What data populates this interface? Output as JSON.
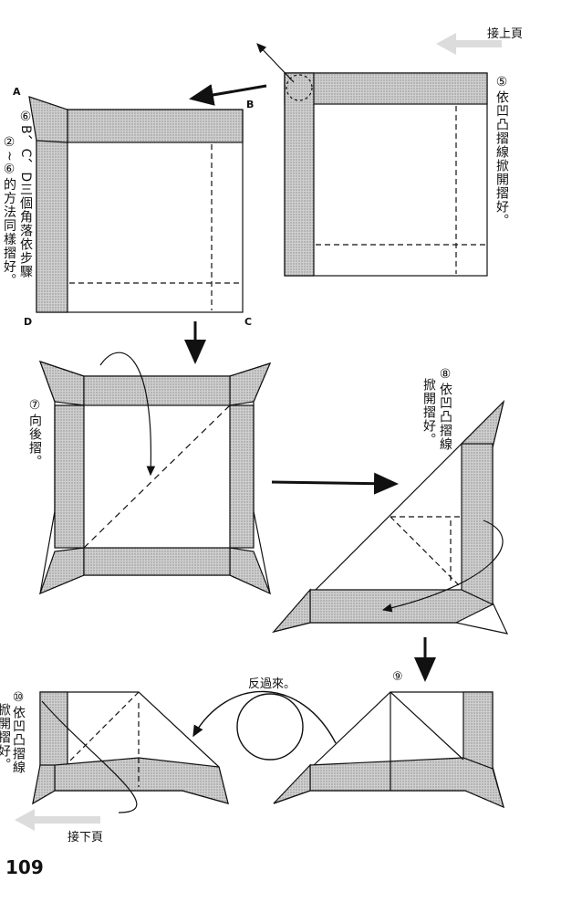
{
  "nav": {
    "continued_from": "接上頁",
    "continued_to": "接下頁"
  },
  "steps": {
    "step5": "⑤依凹凸摺線掀開摺好。",
    "step6_line1": "⑥B、C、D三個角落依步驟",
    "step6_line2": "②~⑥的方法同樣摺好。",
    "step7": "⑦向後摺。",
    "step8_line1": "⑧依凹凸摺線",
    "step8_line2": "掀開摺好。",
    "step9": "⑨",
    "step10_line1": "⑩依凹凸摺線",
    "step10_line2": "掀開摺好。",
    "flip": "反過來。"
  },
  "corners": {
    "a": "A",
    "b": "B",
    "c": "C",
    "d": "D"
  },
  "page_number": "109",
  "colors": {
    "ink": "#111111",
    "shade": "#bdbdbd",
    "nav_arrow": "#d8d8d8"
  }
}
